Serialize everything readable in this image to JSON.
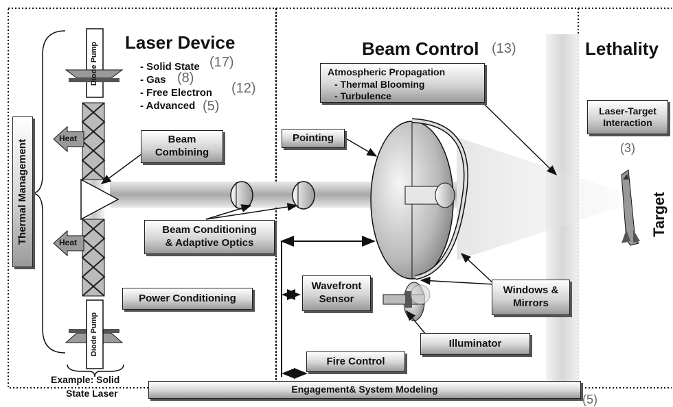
{
  "sections": {
    "laser_device": {
      "title": "Laser Device"
    },
    "beam_control": {
      "title": "Beam Control",
      "count": "(13)"
    },
    "lethality": {
      "title": "Lethality"
    }
  },
  "laser_types": [
    {
      "label": "- Solid State",
      "count": "(17)"
    },
    {
      "label": "- Gas",
      "count": "(8)"
    },
    {
      "label": "- Free Electron",
      "count": "(12)"
    },
    {
      "label": "- Advanced",
      "count": "(5)"
    }
  ],
  "boxes": {
    "thermal_management": "Thermal Management",
    "diode_pump_top": "Diode Pump",
    "diode_pump_bottom": "Diode Pump",
    "heat_top": "Heat",
    "heat_bottom": "Heat",
    "beam_combining": [
      "Beam",
      "Combining"
    ],
    "power_conditioning": "Power Conditioning",
    "beam_conditioning": [
      "Beam Conditioning",
      "& Adaptive Optics"
    ],
    "atmospheric_propagation": {
      "title": "Atmospheric Propagation",
      "items": [
        "- Thermal Blooming",
        "- Turbulence"
      ]
    },
    "pointing": "Pointing",
    "wavefront_sensor": [
      "Wavefront",
      "Sensor"
    ],
    "windows_mirrors": [
      "Windows &",
      "Mirrors"
    ],
    "illuminator": "Illuminator",
    "fire_control": "Fire Control",
    "engagement": "Engagement& System Modeling",
    "engagement_count": "(5)",
    "laser_target": [
      "Laser-Target",
      "Interaction"
    ],
    "laser_target_count": "(3)"
  },
  "example_label": [
    "Example:  Solid",
    "State Laser"
  ],
  "target_label": "Target",
  "colors": {
    "box_top": "#ffffff",
    "box_bottom": "#9a9a9a",
    "count_gray": "#666666",
    "line": "#111111"
  }
}
